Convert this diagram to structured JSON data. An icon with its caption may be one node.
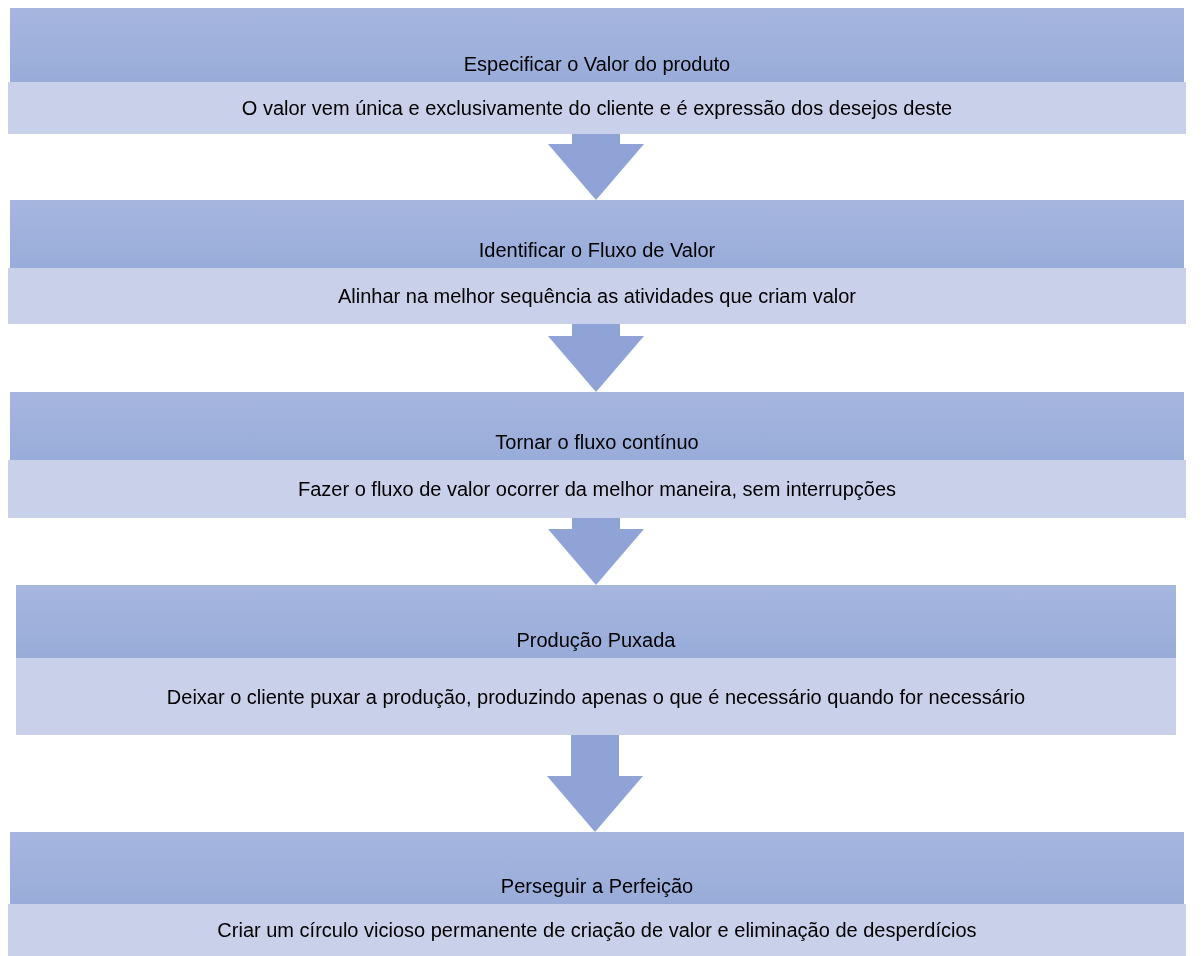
{
  "diagram": {
    "nodes": [
      {
        "text": [
          "Especificar o Valor do produto"
        ]
      },
      {
        "text": [
          "O valor vem única e exclusivamente do cliente e é expressão dos desejos deste"
        ]
      },
      {
        "text": [
          "Identificar o Fluxo de Valor"
        ]
      },
      {
        "text": [
          "Alinhar na melhor sequência as atividades que criam valor"
        ]
      },
      {
        "text": [
          "Tornar o fluxo contínuo"
        ]
      },
      {
        "text": [
          "Fazer o fluxo de valor ocorrer da melhor maneira, sem interrupções"
        ]
      },
      {
        "text": [
          "Produção Puxada"
        ]
      },
      {
        "text": [
          "Deixar o cliente puxar a produção, produzindo apenas o que é necessário quando for necessário"
        ]
      },
      {
        "text": [
          "Perseguir a Perfeição"
        ]
      },
      {
        "text": [
          "Criar um círculo vicioso permanente de criação de valor e eliminação de desperdícios"
        ]
      }
    ],
    "edges": [
      {
        "from": 1,
        "to": 2,
        "arrow": "to"
      },
      {
        "from": 3,
        "to": 4,
        "arrow": "to"
      },
      {
        "from": 5,
        "to": 6,
        "arrow": "to"
      },
      {
        "from": 7,
        "to": 8,
        "arrow": "to"
      }
    ]
  }
}
